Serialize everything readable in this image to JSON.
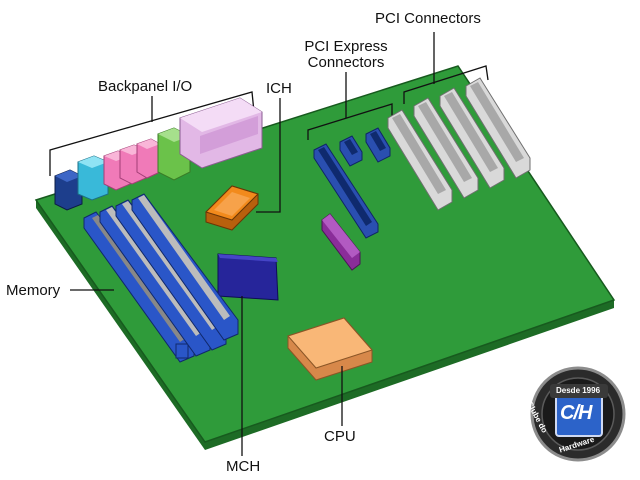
{
  "labels": {
    "pci_connectors": "PCI Connectors",
    "pci_express_line1": "PCI Express",
    "pci_express_line2": "Connectors",
    "backpanel_io": "Backpanel I/O",
    "ich": "ICH",
    "memory": "Memory",
    "cpu": "CPU",
    "mch": "MCH"
  },
  "badge": {
    "since": "Desde 1996",
    "logo": "C/H",
    "left_arc": "Clube do",
    "bottom_arc": "Hardware"
  },
  "colors": {
    "board": "#2f9b3a",
    "board_edge": "#1d6b25",
    "memory_slot": "#2a56c8",
    "pci_slot": "#d9d9d9",
    "pcie_slot": "#2a4fb0",
    "ich": "#f28a1c",
    "mch": "#26259a",
    "cpu": "#f9b777",
    "purple_chip": "#8a2d99",
    "io_dark_blue": "#1d3e8c",
    "io_cyan": "#39b9d9",
    "io_pink": "#f07ab8",
    "io_green": "#6bc24a",
    "io_lavender": "#e2b8e6"
  }
}
